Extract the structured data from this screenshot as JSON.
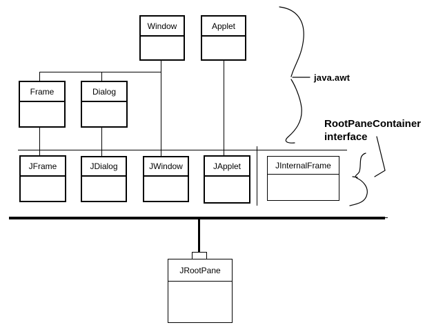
{
  "diagram_type": "class-hierarchy",
  "classes": {
    "window": "Window",
    "applet": "Applet",
    "frame": "Frame",
    "dialog": "Dialog",
    "jframe": "JFrame",
    "jdialog": "JDialog",
    "jwindow": "JWindow",
    "japplet": "JApplet",
    "jinternalframe": "JInternalFrame",
    "jrootpane": "JRootPane"
  },
  "annotations": {
    "package_label": "java.awt",
    "interface_label_line1": "RootPaneContainer",
    "interface_label_line2": "interface"
  },
  "colors": {
    "foreground": "#000000",
    "background": "#ffffff"
  }
}
